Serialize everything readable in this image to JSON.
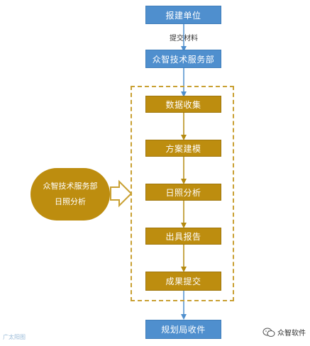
{
  "steps": {
    "submitter": "报建单位",
    "submit_materials": "提交材料",
    "zhongzhi_dept": "众智技术服务部",
    "data_collection": "数据收集",
    "scheme_modeling": "方案建模",
    "sunlight_analysis": "日照分析",
    "issue_report": "出具报告",
    "result_submit": "成果提交",
    "planning_bureau": "规划局收件"
  },
  "side_note": {
    "line1": "众智技术服务部",
    "line2": "日照分析"
  },
  "watermarks": {
    "left": "广太阳图",
    "right": "众智软件"
  },
  "colors": {
    "blue_box": "#4f8fce",
    "gold_box": "#bd8d0f",
    "dashed_frame": "#c9a032",
    "blue_arrow": "#4f8fce",
    "gold_arrow": "#b58a10"
  },
  "icons": {
    "side_arrow": "hollow-right-arrow-icon",
    "watermark": "wechat-logo-icon"
  }
}
